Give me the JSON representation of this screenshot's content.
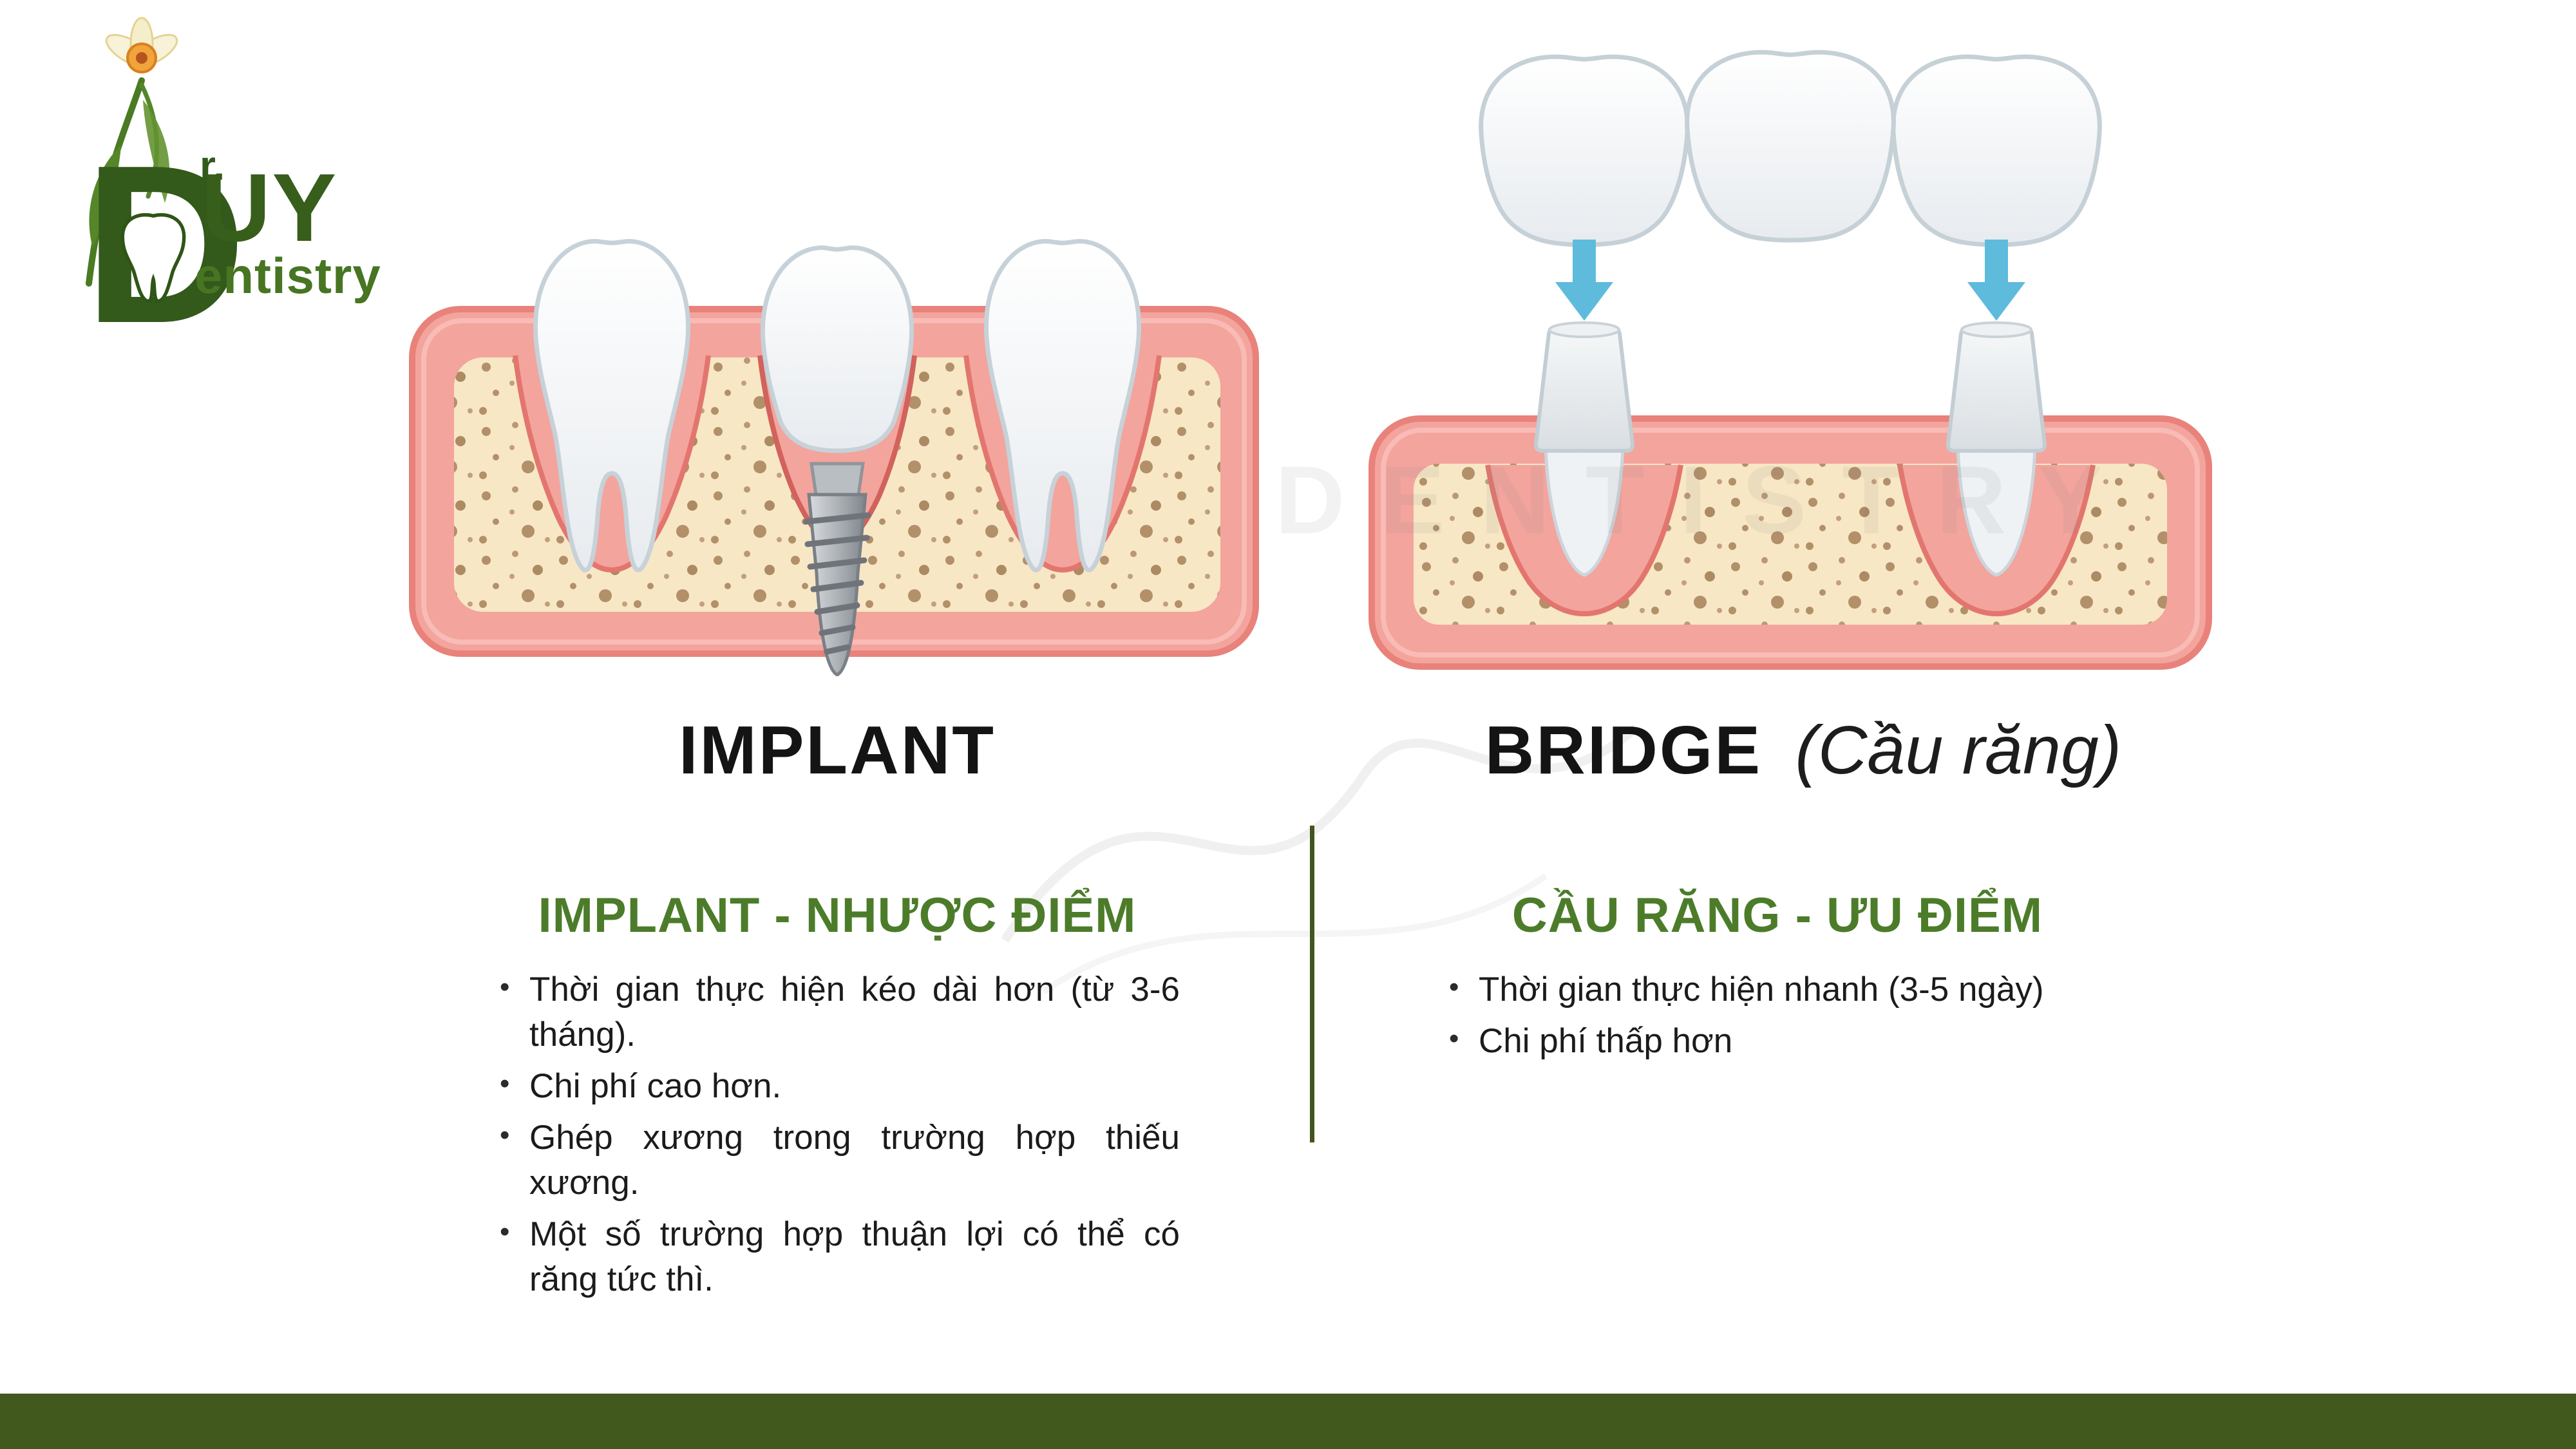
{
  "logo": {
    "d": "D",
    "r": "r.",
    "uy": "UY",
    "entistry": "entistry"
  },
  "watermark": "DENTISTRY",
  "sections": {
    "implant": {
      "title": "IMPLANT",
      "heading": "IMPLANT - NHƯỢC ĐIỂM",
      "bullets": [
        "Thời gian thực hiện kéo dài hơn (từ 3-6 tháng).",
        "Chi phí cao hơn.",
        "Ghép xương trong trường hợp thiếu xương.",
        "Một số trường hợp thuận lợi có thể có răng tức thì."
      ]
    },
    "bridge": {
      "title": "BRIDGE",
      "title_note": "(Cầu răng)",
      "heading": "CẦU RĂNG - ƯU ĐIỂM",
      "bullets": [
        "Thời gian thực hiện nhanh (3-5 ngày)",
        "Chi phí thấp hơn"
      ]
    }
  },
  "colors": {
    "accent_green": "#4c7c29",
    "logo_green": "#33591b",
    "footer_green": "#41591d",
    "title_black": "#141414",
    "body_text": "#1b1b1b",
    "gum_pink": "#f3a49d",
    "gum_outline": "#e8827b",
    "gum_highlight": "#f8c0ba",
    "bone_cream": "#f8e7c5",
    "bone_speckle": "#b2906a",
    "tooth_white": "#fdfdfd",
    "tooth_outline": "#c7d1d8",
    "implant_metal": "#9aa0a5",
    "arrow_blue": "#5fbbdc",
    "watermark_gray": "#e3e3e3"
  }
}
